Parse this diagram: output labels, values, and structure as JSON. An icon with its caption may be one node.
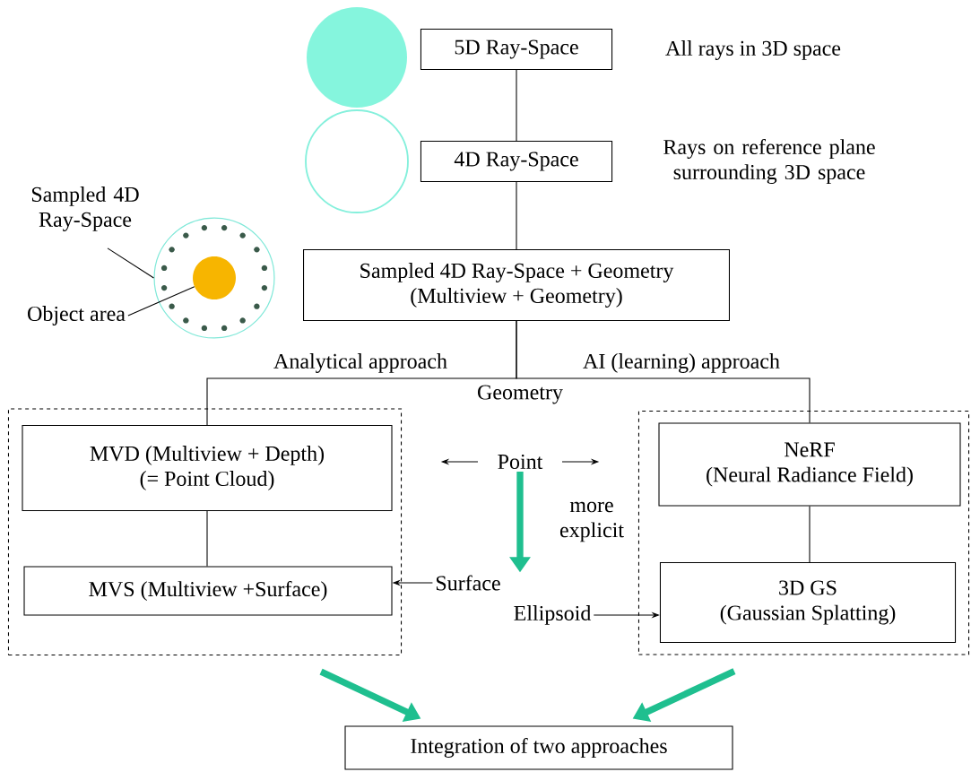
{
  "diagram": {
    "nodes": [
      {
        "text": [
          "5D Ray-Space"
        ],
        "beside": [
          "All rays in 3D space"
        ]
      },
      {
        "text": [
          "4D Ray-Space"
        ],
        "beside": [
          "Rays on reference plane surrounding 3D space"
        ]
      },
      {
        "text": [
          "Sampled 4D Ray-Space"
        ]
      },
      {
        "text": [],
        "shape": "circle"
      },
      {
        "text": [],
        "shape": "circle",
        "in": 3
      },
      {
        "text": [
          "Object area"
        ]
      },
      {
        "text": [
          "Sampled 4D Ray-Space + Geometry",
          "(Multiview + Geometry)"
        ]
      },
      {
        "text": [],
        "shape": "box"
      },
      {
        "text": [
          "MVD (Multiview + Depth)",
          "(= Point Cloud)"
        ],
        "in": 7
      },
      {
        "text": [
          "MVS (Multiview +Surface)"
        ],
        "in": 7
      },
      {
        "text": [
          "Point"
        ]
      },
      {
        "text": [
          "Surface"
        ]
      },
      {
        "text": [
          "Ellipsoid"
        ]
      },
      {
        "text": [],
        "shape": "box"
      },
      {
        "text": [
          "NeRF",
          "(Neural Radiance Field)"
        ],
        "in": 13
      },
      {
        "text": [
          "3D GS",
          "(Gaussian Splatting)"
        ],
        "in": 13
      },
      {
        "text": [
          "Integration of two approaches"
        ]
      },
      {
        "text": [],
        "shape": "circle"
      },
      {
        "text": [],
        "shape": "circle"
      }
    ],
    "edges": [
      {
        "from": 0,
        "to": 1,
        "arrow": "none"
      },
      {
        "from": 1,
        "to": 6,
        "arrow": "none"
      },
      {
        "from": 2,
        "to": 3,
        "arrow": "none"
      },
      {
        "from": 5,
        "to": 4,
        "arrow": "none"
      },
      {
        "from": 6,
        "to": 8,
        "arrow": "none",
        "label": "Analytical approach"
      },
      {
        "from": 6,
        "to": 14,
        "arrow": "none",
        "label": "AI (learning) approach"
      },
      {
        "from": 8,
        "to": 9,
        "arrow": "none"
      },
      {
        "from": 14,
        "to": 15,
        "arrow": "none"
      },
      {
        "from": 10,
        "to": null,
        "arrow": "to"
      },
      {
        "from": 10,
        "to": null,
        "arrow": "to"
      },
      {
        "from": 10,
        "to": 11,
        "arrow": "to",
        "label": "more explicit",
        "style": "thick",
        "color": "#1fbf8f"
      },
      {
        "from": 11,
        "to": 9,
        "arrow": "to"
      },
      {
        "from": 12,
        "to": 15,
        "arrow": "to"
      },
      {
        "from": 7,
        "to": 16,
        "arrow": "to",
        "style": "thick",
        "color": "#1fbf8f"
      },
      {
        "from": 13,
        "to": 16,
        "arrow": "to",
        "style": "thick",
        "color": "#1fbf8f"
      }
    ],
    "labels": [
      "Geometry"
    ]
  }
}
